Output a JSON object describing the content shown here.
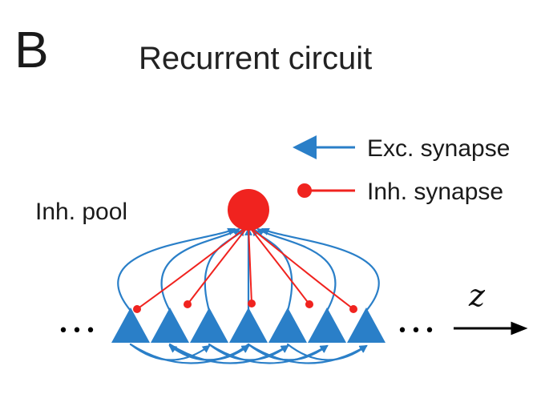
{
  "panel_letter": "B",
  "title": "Recurrent circuit",
  "inh_pool_label": "Inh. pool",
  "legend": {
    "exc_label": "Exc. synapse",
    "inh_label": "Inh. synapse"
  },
  "left_ellipsis": "•••",
  "right_ellipsis": "•••",
  "axis_label": "z",
  "neuron_count": 7,
  "colors": {
    "excitatory": "#2a7fc8",
    "inhibitory": "#f0231f",
    "axis": "#000000"
  }
}
